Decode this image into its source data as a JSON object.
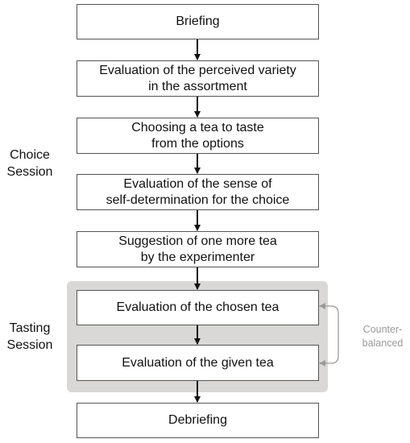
{
  "steps": [
    {
      "id": "briefing",
      "label": "Briefing"
    },
    {
      "id": "variety-eval",
      "label": "Evaluation of the perceived variety\nin the assortment"
    },
    {
      "id": "choose-tea",
      "label": "Choosing a tea to taste\nfrom the options"
    },
    {
      "id": "self-determination-eval",
      "label": "Evaluation of the sense of\nself-determination for the choice"
    },
    {
      "id": "suggestion",
      "label": "Suggestion of one more tea\nby the experimenter"
    },
    {
      "id": "chosen-tea-eval",
      "label": "Evaluation of the chosen tea"
    },
    {
      "id": "given-tea-eval",
      "label": "Evaluation of the given tea"
    },
    {
      "id": "debriefing",
      "label": "Debriefing"
    }
  ],
  "sessions": {
    "choice": "Choice\nSession",
    "tasting": "Tasting\nSession"
  },
  "counterbalanced": "Counter-\nbalanced",
  "colors": {
    "panel": "#d9d8d6",
    "box_border": "#555555",
    "arrow": "#111111",
    "curved_arrow": "#9a9a9a",
    "counterbalanced_text": "#999999"
  }
}
